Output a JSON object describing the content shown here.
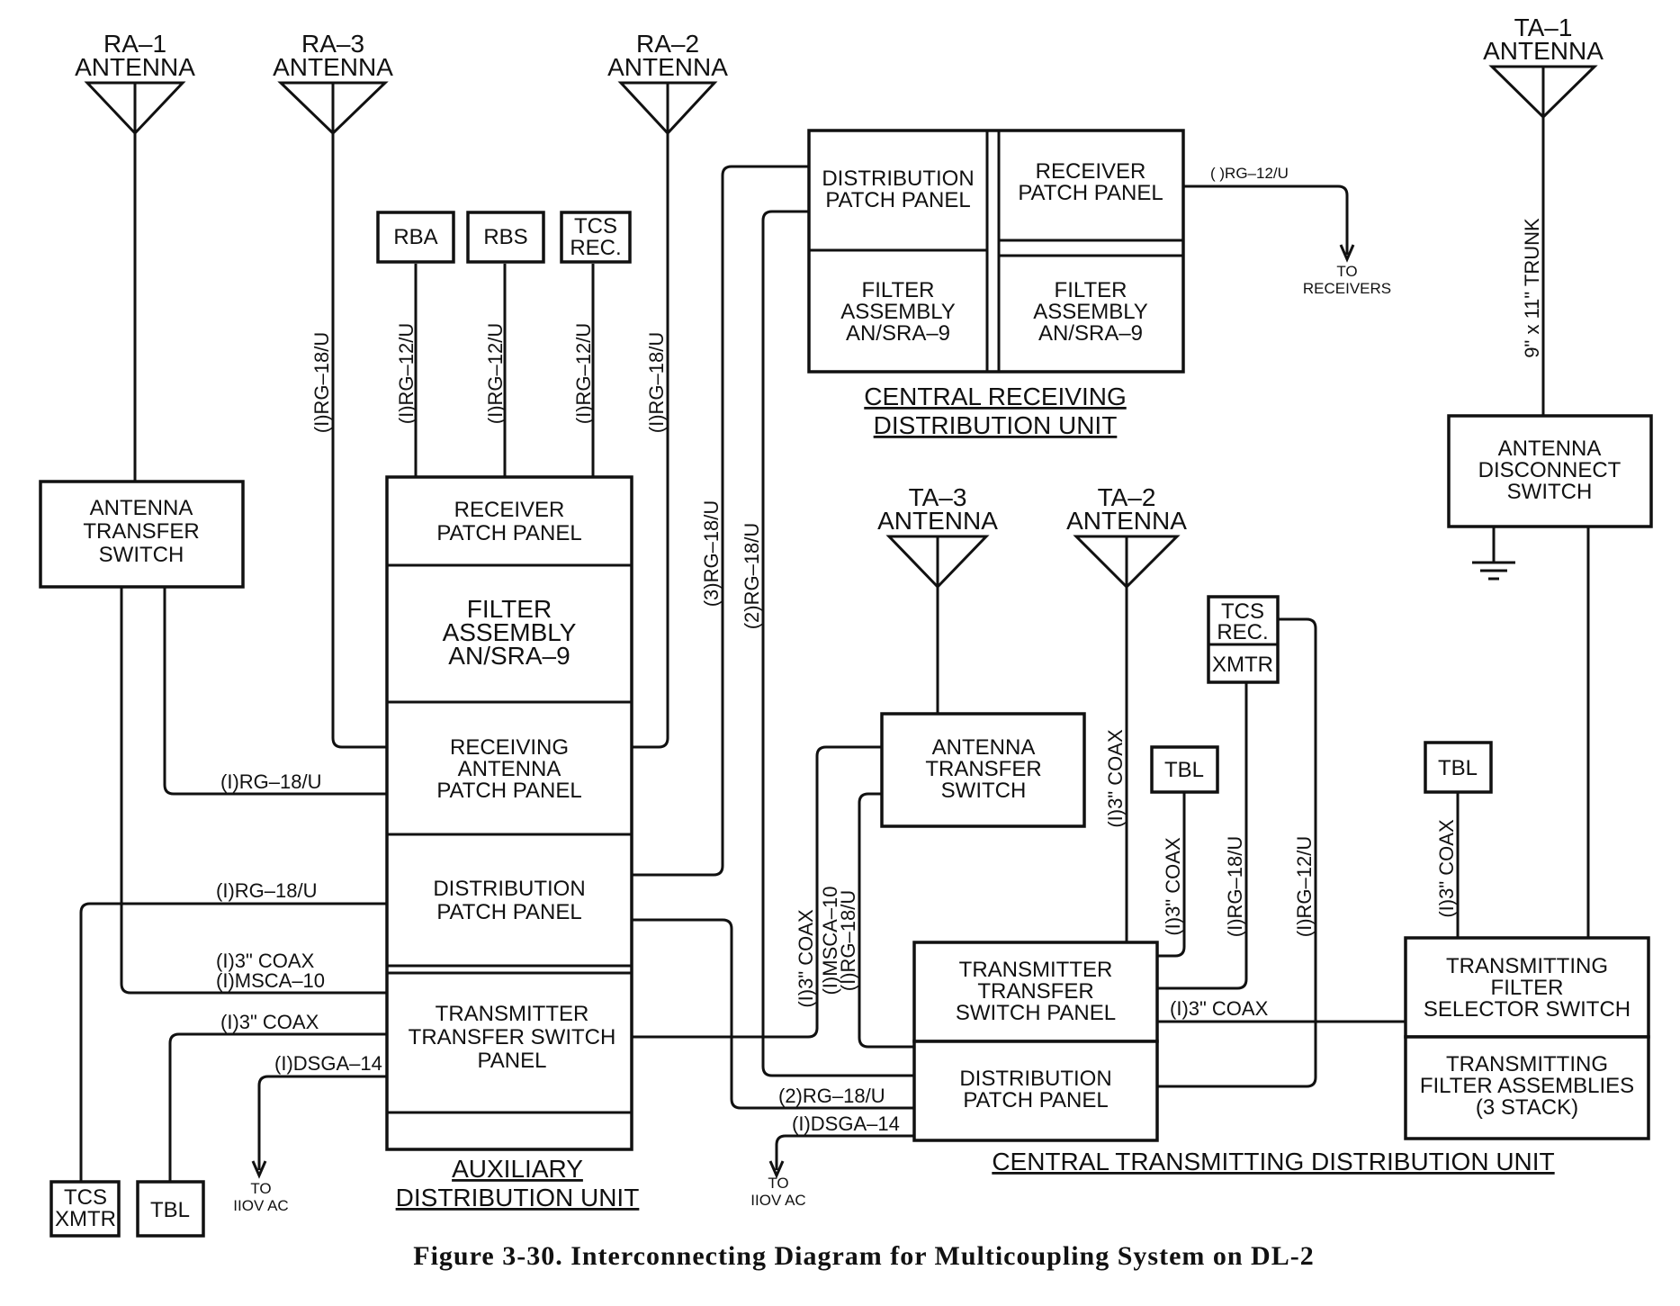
{
  "antennas": {
    "ra1": [
      "RA–1",
      "ANTENNA"
    ],
    "ra3": [
      "RA–3",
      "ANTENNA"
    ],
    "ra2": [
      "RA–2",
      "ANTENNA"
    ],
    "ta1": [
      "TA–1",
      "ANTENNA"
    ],
    "ta3": [
      "TA–3",
      "ANTENNA"
    ],
    "ta2": [
      "TA–2",
      "ANTENNA"
    ]
  },
  "blocks": {
    "rba": "RBA",
    "rbs": "RBS",
    "tcs_rec_top": [
      "TCS",
      "REC."
    ],
    "antenna_transfer_switch_left": [
      "ANTENNA",
      "TRANSFER",
      "SWITCH"
    ],
    "aux_receiver_patch_panel": [
      "RECEIVER",
      "PATCH PANEL"
    ],
    "aux_filter_assembly": [
      "FILTER",
      "ASSEMBLY",
      "AN/SRA–9"
    ],
    "aux_receiving_antenna_patch_panel": [
      "RECEIVING",
      "ANTENNA",
      "PATCH PANEL"
    ],
    "aux_distribution_patch_panel": [
      "DISTRIBUTION",
      "PATCH PANEL"
    ],
    "aux_transmitter_transfer_switch_panel": [
      "TRANSMITTER",
      "TRANSFER SWITCH",
      "PANEL"
    ],
    "crd_distribution_patch_panel": [
      "DISTRIBUTION",
      "PATCH PANEL"
    ],
    "crd_receiver_patch_panel": [
      "RECEIVER",
      "PATCH PANEL"
    ],
    "crd_filter_assembly_left": [
      "FILTER",
      "ASSEMBLY",
      "AN/SRA–9"
    ],
    "crd_filter_assembly_right": [
      "FILTER",
      "ASSEMBLY",
      "AN/SRA–9"
    ],
    "antenna_disconnect_switch": [
      "ANTENNA",
      "DISCONNECT",
      "SWITCH"
    ],
    "antenna_transfer_switch_center": [
      "ANTENNA",
      "TRANSFER",
      "SWITCH"
    ],
    "tcs_rec_right": [
      "TCS",
      "REC."
    ],
    "xmtr": "XMTR",
    "tbl_center": "TBL",
    "tbl_right": "TBL",
    "ctd_transmitter_transfer_switch_panel": [
      "TRANSMITTER",
      "TRANSFER",
      "SWITCH PANEL"
    ],
    "ctd_distribution_patch_panel": [
      "DISTRIBUTION",
      "PATCH PANEL"
    ],
    "transmitting_filter_selector_switch": [
      "TRANSMITTING",
      "FILTER",
      "SELECTOR SWITCH"
    ],
    "transmitting_filter_assemblies": [
      "TRANSMITTING",
      "FILTER ASSEMBLIES",
      "(3 STACK)"
    ],
    "tcs_xmtr": [
      "TCS",
      "XMTR"
    ],
    "tbl_bottom_left": "TBL"
  },
  "units": {
    "central_receiving": [
      "CENTRAL  RECEIVING",
      "DISTRIBUTION  UNIT"
    ],
    "auxiliary": [
      "AUXILIARY",
      "DISTRIBUTION  UNIT"
    ],
    "central_transmitting": "CENTRAL  TRANSMITTING  DISTRIBUTION  UNIT"
  },
  "cables": {
    "rg18_ra3": "(I)RG–18/U",
    "rg12_rba": "(I)RG–12/U",
    "rg12_rbs": "(I)RG–12/U",
    "rg12_tcs": "(I)RG–12/U",
    "rg18_ra2": "(I)RG–18/U",
    "rg18_3": "(3)RG–18/U",
    "rg18_2": "(2)RG–18/U",
    "rg12_receivers": "(  )RG–12/U",
    "trunk": "9\" x 11\"  TRUNK",
    "rg18_ats": "(I)RG–18/U",
    "rg18_tcs_xmtr": "(I)RG–18/U",
    "coax_msca_1": "(I)3\"  COAX",
    "coax_msca_2": "(I)MSCA–10",
    "coax_tbl_left": "(I)3\"  COAX",
    "dsga_left": "(I)DSGA–14",
    "dsga_center": "(I)DSGA–14",
    "rg18_2_bottom": "(2)RG–18/U",
    "coax_ats_center": "(I)3\"  COAX",
    "msca_center_1": "(I)MSCA–10",
    "msca_center_2": "(I)RG–18/U",
    "coax_ta2": "(I)3\"  COAX",
    "coax_tbl_center": "(I)3\"  COAX",
    "rg18_xmtr": "(I)RG–18/U",
    "rg12_tcs_right": "(I)RG–12/U",
    "coax_horizontal": "(I)3\"  COAX",
    "coax_tbl_right": "(I)3\"  COAX"
  },
  "notes": {
    "to_receivers": [
      "TO",
      "RECEIVERS"
    ],
    "to_110_left": [
      "TO",
      "IIOV AC"
    ],
    "to_110_center": [
      "TO",
      "IIOV AC"
    ]
  },
  "caption": "Figure 3-30.  Interconnecting Diagram for Multicoupling System on DL-2"
}
